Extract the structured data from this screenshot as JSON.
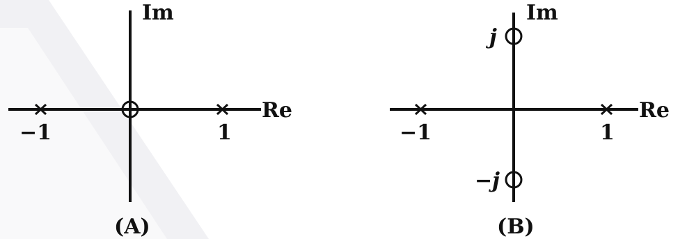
{
  "colors": {
    "ink": "#111111",
    "watermark": "#e9e9ec",
    "background": "#ffffff"
  },
  "panels": [
    {
      "id": "A",
      "caption": "(A)",
      "imag_axis_label": "Im",
      "real_axis_label": "Re",
      "tick_labels": {
        "neg_one": "−1",
        "pos_one": "1"
      },
      "poles": [
        {
          "re": -1,
          "im": 0,
          "symbol": "x"
        },
        {
          "re": 1,
          "im": 0,
          "symbol": "x"
        }
      ],
      "zeros": [
        {
          "re": 0,
          "im": 0,
          "symbol": "o"
        }
      ]
    },
    {
      "id": "B",
      "caption": "(B)",
      "imag_axis_label": "Im",
      "real_axis_label": "Re",
      "tick_labels": {
        "neg_one": "−1",
        "pos_one": "1",
        "pos_j": "j",
        "neg_j": "−j"
      },
      "poles": [
        {
          "re": -1,
          "im": 0,
          "symbol": "x"
        },
        {
          "re": 1,
          "im": 0,
          "symbol": "x"
        }
      ],
      "zeros": [
        {
          "re": 0,
          "im": 1,
          "symbol": "o"
        },
        {
          "re": 0,
          "im": -1,
          "symbol": "o"
        }
      ]
    }
  ]
}
